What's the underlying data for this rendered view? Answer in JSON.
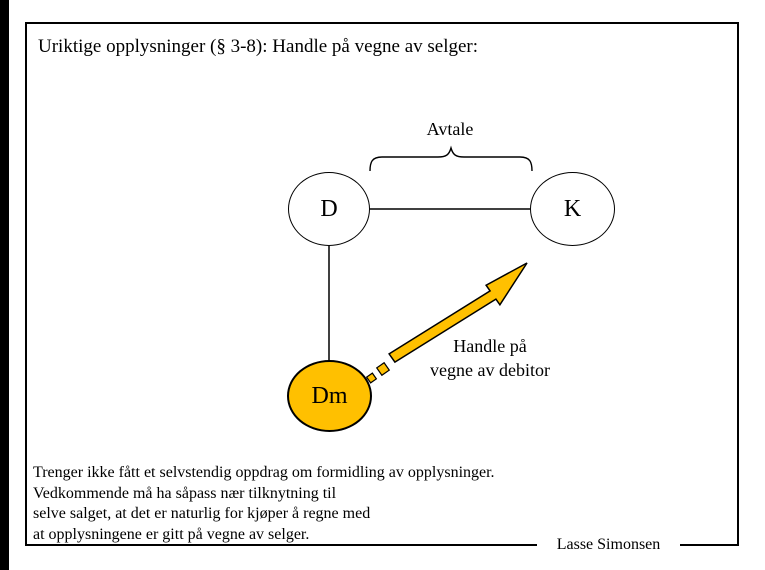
{
  "slide": {
    "title": "Uriktige opplysninger (§ 3-8): Handle på vegne av selger:",
    "footer_author": "Lasse Simonsen"
  },
  "diagram": {
    "avtale_label": "Avtale",
    "node_d": "D",
    "node_k": "K",
    "node_dm": "Dm",
    "arrow_label_line1": "Handle på",
    "arrow_label_line2": "vegne av debitor",
    "accent_color": "#FFC000",
    "line_color": "#000000"
  },
  "note": {
    "lines": [
      "Trenger ikke fått et selvstendig oppdrag om formidling av opplysninger.",
      "Vedkommende må ha såpass nær tilknytning til",
      "selve salget, at det er naturlig for kjøper å regne med",
      "at opplysningene er gitt på vegne av selger."
    ]
  }
}
